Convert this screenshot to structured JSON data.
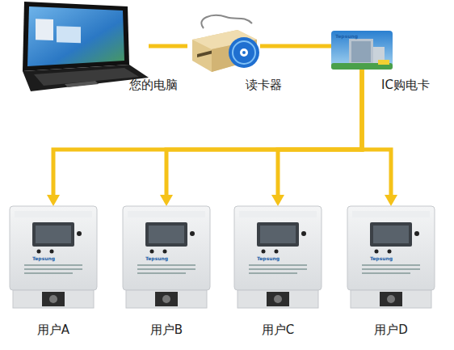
{
  "diagram": {
    "nodes": [
      {
        "text": [
          "您的电脑"
        ]
      },
      {
        "text": [
          "读卡器"
        ]
      },
      {
        "text": [
          "IC购电卡"
        ]
      },
      {
        "text": [
          "用户A"
        ]
      },
      {
        "text": [
          "用户B"
        ]
      },
      {
        "text": [
          "用户C"
        ]
      },
      {
        "text": [
          "用户D"
        ]
      }
    ],
    "edges": [
      {
        "from": 0,
        "to": 1,
        "arrow": "none"
      },
      {
        "from": 1,
        "to": 2,
        "arrow": "none"
      },
      {
        "from": 2,
        "to": 3,
        "arrow": "to"
      },
      {
        "from": 2,
        "to": 4,
        "arrow": "to"
      },
      {
        "from": 2,
        "to": 5,
        "arrow": "to"
      },
      {
        "from": 2,
        "to": 6,
        "arrow": "to"
      }
    ],
    "labels": [
      "Tepsung",
      "Tepsung",
      "Tepsung",
      "Tepsung",
      "Tepsung"
    ]
  }
}
